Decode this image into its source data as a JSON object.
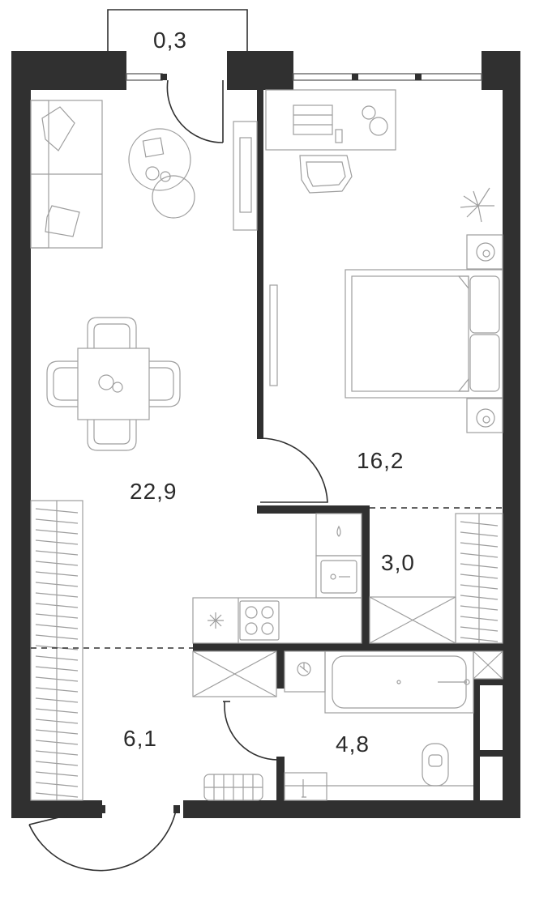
{
  "plan": {
    "rooms": [
      {
        "id": "balcony",
        "area": "0,3"
      },
      {
        "id": "living",
        "area": "22,9"
      },
      {
        "id": "bedroom",
        "area": "16,2"
      },
      {
        "id": "wardrobe",
        "area": "3,0"
      },
      {
        "id": "hall",
        "area": "6,1"
      },
      {
        "id": "bathroom",
        "area": "4,8"
      }
    ],
    "colors": {
      "wall": "#303030",
      "furniture": "#9e9e9e",
      "background": "#ffffff"
    }
  }
}
